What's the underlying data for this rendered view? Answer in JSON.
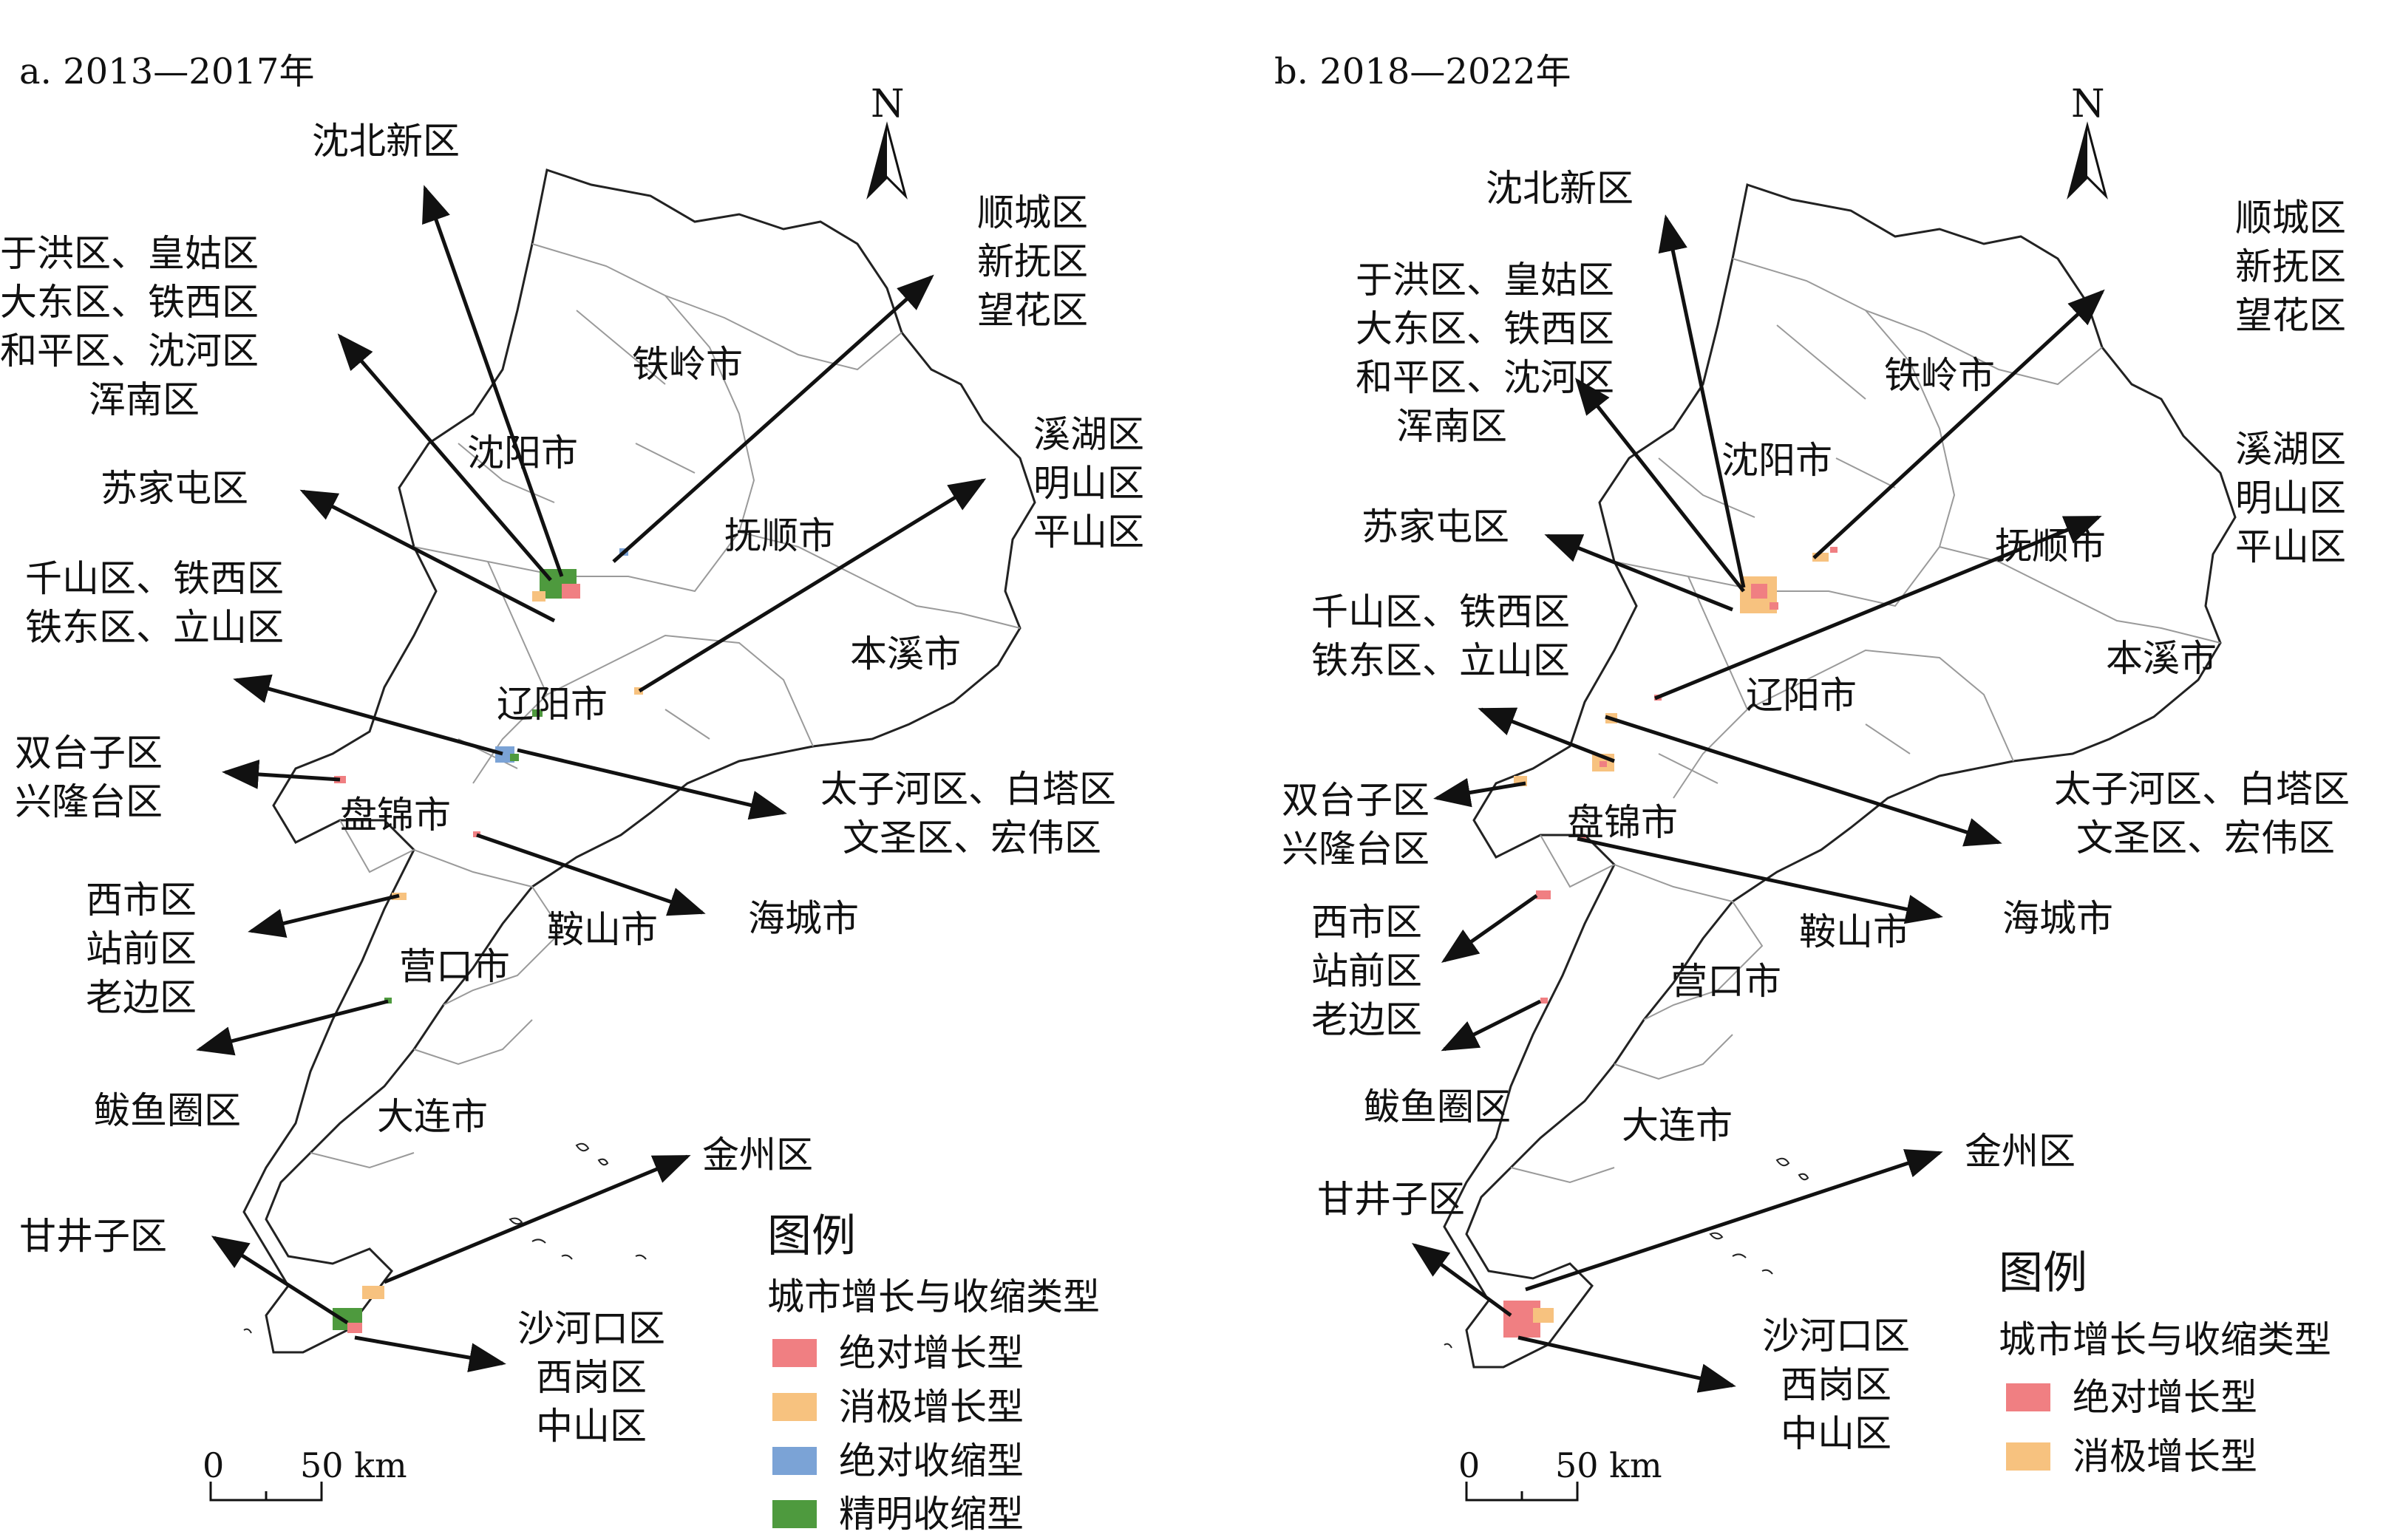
{
  "panels": [
    {
      "id": "a",
      "title": "a. 2013—2017年",
      "north": "N",
      "cities": [
        "沈阳市",
        "铁岭市",
        "抚顺市",
        "本溪市",
        "辽阳市",
        "盘锦市",
        "鞍山市",
        "营口市",
        "大连市"
      ],
      "districts": {
        "shenbei": "沈北新区",
        "yuhong": [
          "于洪区、皇姑区",
          "大东区、铁西区",
          "和平区、沈河区",
          "浑南区"
        ],
        "shuncheng": [
          "顺城区",
          "新抚区",
          "望花区"
        ],
        "sujiatun": "苏家屯区",
        "xihu": [
          "溪湖区",
          "明山区",
          "平山区"
        ],
        "qianshan": [
          "千山区、铁西区",
          "铁东区、立山区"
        ],
        "taizihe": [
          "太子河区、白塔区",
          "文圣区、宏伟区"
        ],
        "shuangtaizi": [
          "双台子区",
          "兴隆台区"
        ],
        "haicheng": "海城市",
        "xishi": [
          "西市区",
          "站前区",
          "老边区"
        ],
        "bayuquan": "鲅鱼圈区",
        "jinzhou": "金州区",
        "ganjingzi": "甘井子区",
        "shahekou": [
          "沙河口区",
          "西岗区",
          "中山区"
        ]
      },
      "legend": {
        "title": "图例",
        "subtitle": "城市增长与收缩类型",
        "items": [
          {
            "label": "绝对增长型",
            "color": "#f07f82"
          },
          {
            "label": "消极增长型",
            "color": "#f7c27f"
          },
          {
            "label": "绝对收缩型",
            "color": "#7ba3d6"
          },
          {
            "label": "精明收缩型",
            "color": "#4e9a3e"
          }
        ]
      },
      "scale": {
        "zero": "0",
        "value": "50 km"
      }
    },
    {
      "id": "b",
      "title": "b. 2018—2022年",
      "north": "N",
      "cities": [
        "沈阳市",
        "铁岭市",
        "抚顺市",
        "本溪市",
        "辽阳市",
        "盘锦市",
        "鞍山市",
        "营口市",
        "大连市"
      ],
      "districts": {
        "shenbei": "沈北新区",
        "yuhong": [
          "于洪区、皇姑区",
          "大东区、铁西区",
          "和平区、沈河区",
          "浑南区"
        ],
        "shuncheng": [
          "顺城区",
          "新抚区",
          "望花区"
        ],
        "sujiatun": "苏家屯区",
        "xihu": [
          "溪湖区",
          "明山区",
          "平山区"
        ],
        "qianshan": [
          "千山区、铁西区",
          "铁东区、立山区"
        ],
        "taizihe": [
          "太子河区、白塔区",
          "文圣区、宏伟区"
        ],
        "shuangtaizi": [
          "双台子区",
          "兴隆台区"
        ],
        "haicheng": "海城市",
        "xishi": [
          "西市区",
          "站前区",
          "老边区"
        ],
        "bayuquan": "鲅鱼圈区",
        "jinzhou": "金州区",
        "ganjingzi": "甘井子区",
        "shahekou": [
          "沙河口区",
          "西岗区",
          "中山区"
        ]
      },
      "legend": {
        "title": "图例",
        "subtitle": "城市增长与收缩类型",
        "items": [
          {
            "label": "绝对增长型",
            "color": "#f07f82"
          },
          {
            "label": "消极增长型",
            "color": "#f7c27f"
          }
        ]
      },
      "scale": {
        "zero": "0",
        "value": "50 km"
      }
    }
  ]
}
